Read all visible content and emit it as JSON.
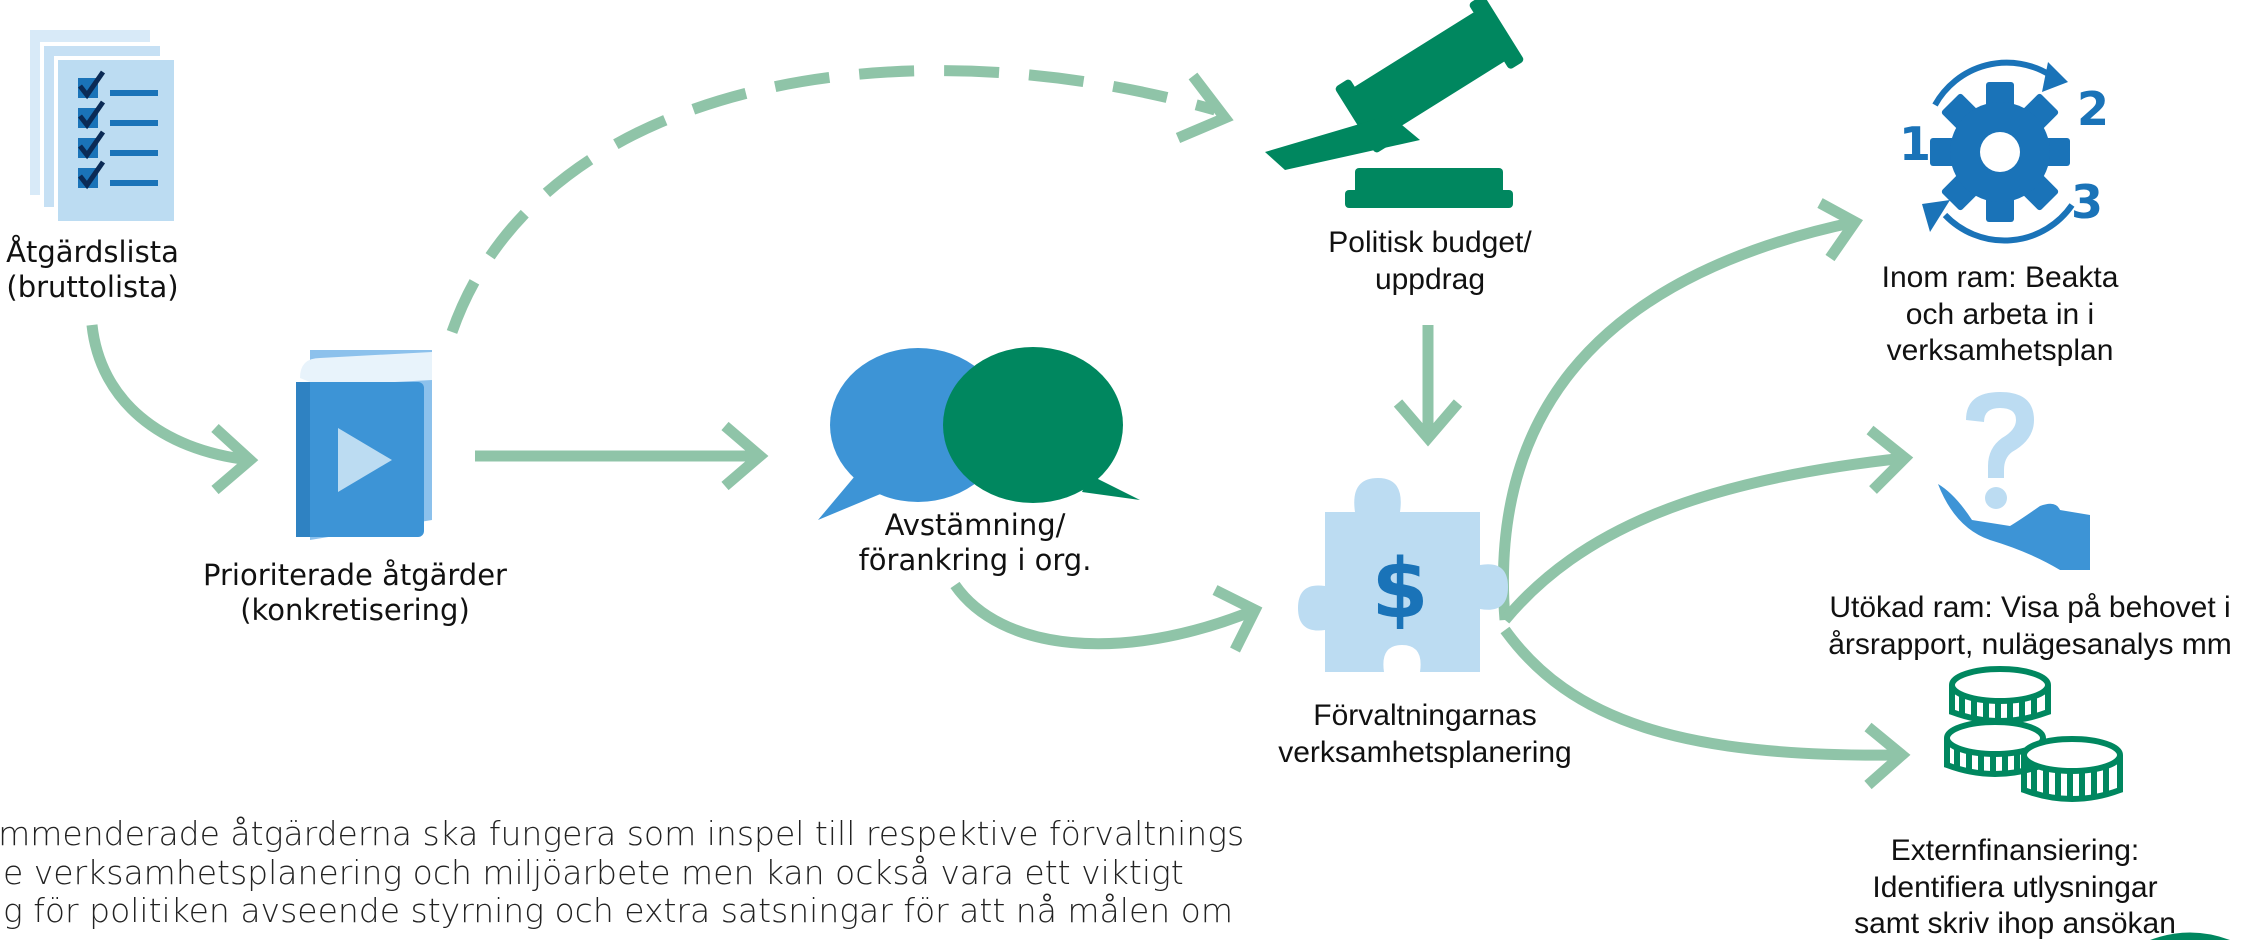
{
  "labels": {
    "atgardslista": [
      "Åtgärdslista",
      "(bruttolista)"
    ],
    "prioriterade": [
      "Prioriterade åtgärder",
      "(konkretisering)"
    ],
    "avstamning": [
      "Avstämning/",
      "förankring i org."
    ],
    "politisk": [
      "Politisk budget/",
      "uppdrag"
    ],
    "forvaltningarnas": [
      "Förvaltningarnas",
      "verksamhetsplanering"
    ],
    "inom_ram": [
      "Inom ram: Beakta",
      "och arbeta in i",
      "verksamhetsplan"
    ],
    "utokad_ram": [
      "Utökad ram: Visa på behovet i",
      "årsrapport, nulägesanalys mm"
    ],
    "extern": [
      "Externfinansiering:",
      "Identifiera utlysningar",
      "samt skriv ihop ansökan"
    ]
  },
  "gear_numbers": [
    "1",
    "2",
    "3"
  ],
  "dollar_sign": "$",
  "paragraph": [
    "kommenderade åtgärderna ska fungera som inspel till respektive förvaltnings",
    "arie verksamhetsplanering och miljöarbete men kan också vara ett viktigt",
    "rlag för politiken avseende styrning och extra satsningar för att nå målen om"
  ],
  "colors": {
    "arrow": "#8fc4a8",
    "blue": "#1a73b8",
    "light_blue": "#bcdcf2",
    "mid_blue": "#3d94d6",
    "green": "#00875f"
  }
}
